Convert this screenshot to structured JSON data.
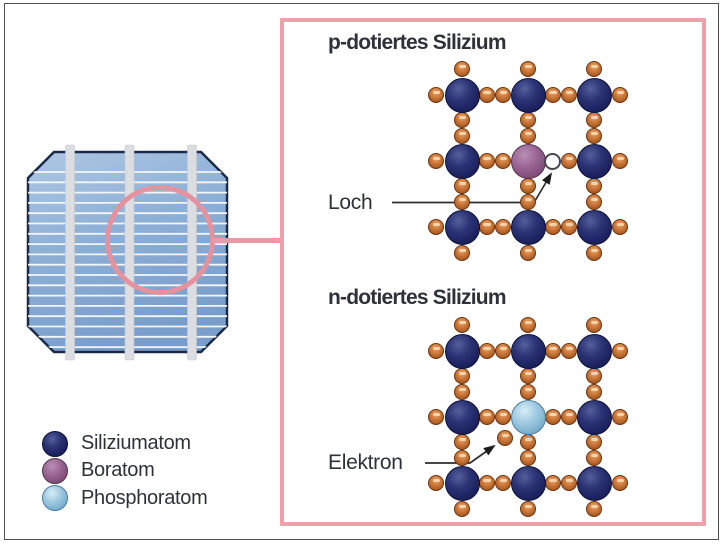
{
  "detail_panel": {
    "sections": [
      {
        "title": "p-dotiertes Silizium",
        "dopant_atom": "boron",
        "defect": "hole",
        "annotation_label": "Loch"
      },
      {
        "title": "n-dotiertes Silizium",
        "dopant_atom": "phosphorus",
        "defect": "free-electron",
        "annotation_label": "Elektron"
      }
    ]
  },
  "legend": {
    "items": [
      {
        "label": "Siliziumatom",
        "atom": "silicon",
        "color": "#232a68"
      },
      {
        "label": "Boratom",
        "atom": "boron",
        "color": "#96618f"
      },
      {
        "label": "Phosphoratom",
        "atom": "phosphorus",
        "color": "#8ec2dc"
      }
    ]
  },
  "colors": {
    "panel_border": "#eda1ad",
    "magnifier_ring": "#e5929f",
    "connector_line": "#e99aa7",
    "electron": "#c9702f",
    "silicon_atom": "#232a68",
    "boron_atom": "#96618f",
    "phosphorus_atom": "#8ec2dc",
    "cell_fill_light": "#aec7e3",
    "cell_fill_dark": "#7a9ecb",
    "cell_outline": "#1b2a49",
    "busbar": "#dcdde0",
    "text": "#2e3238",
    "arrow": "#2d2d2d"
  }
}
